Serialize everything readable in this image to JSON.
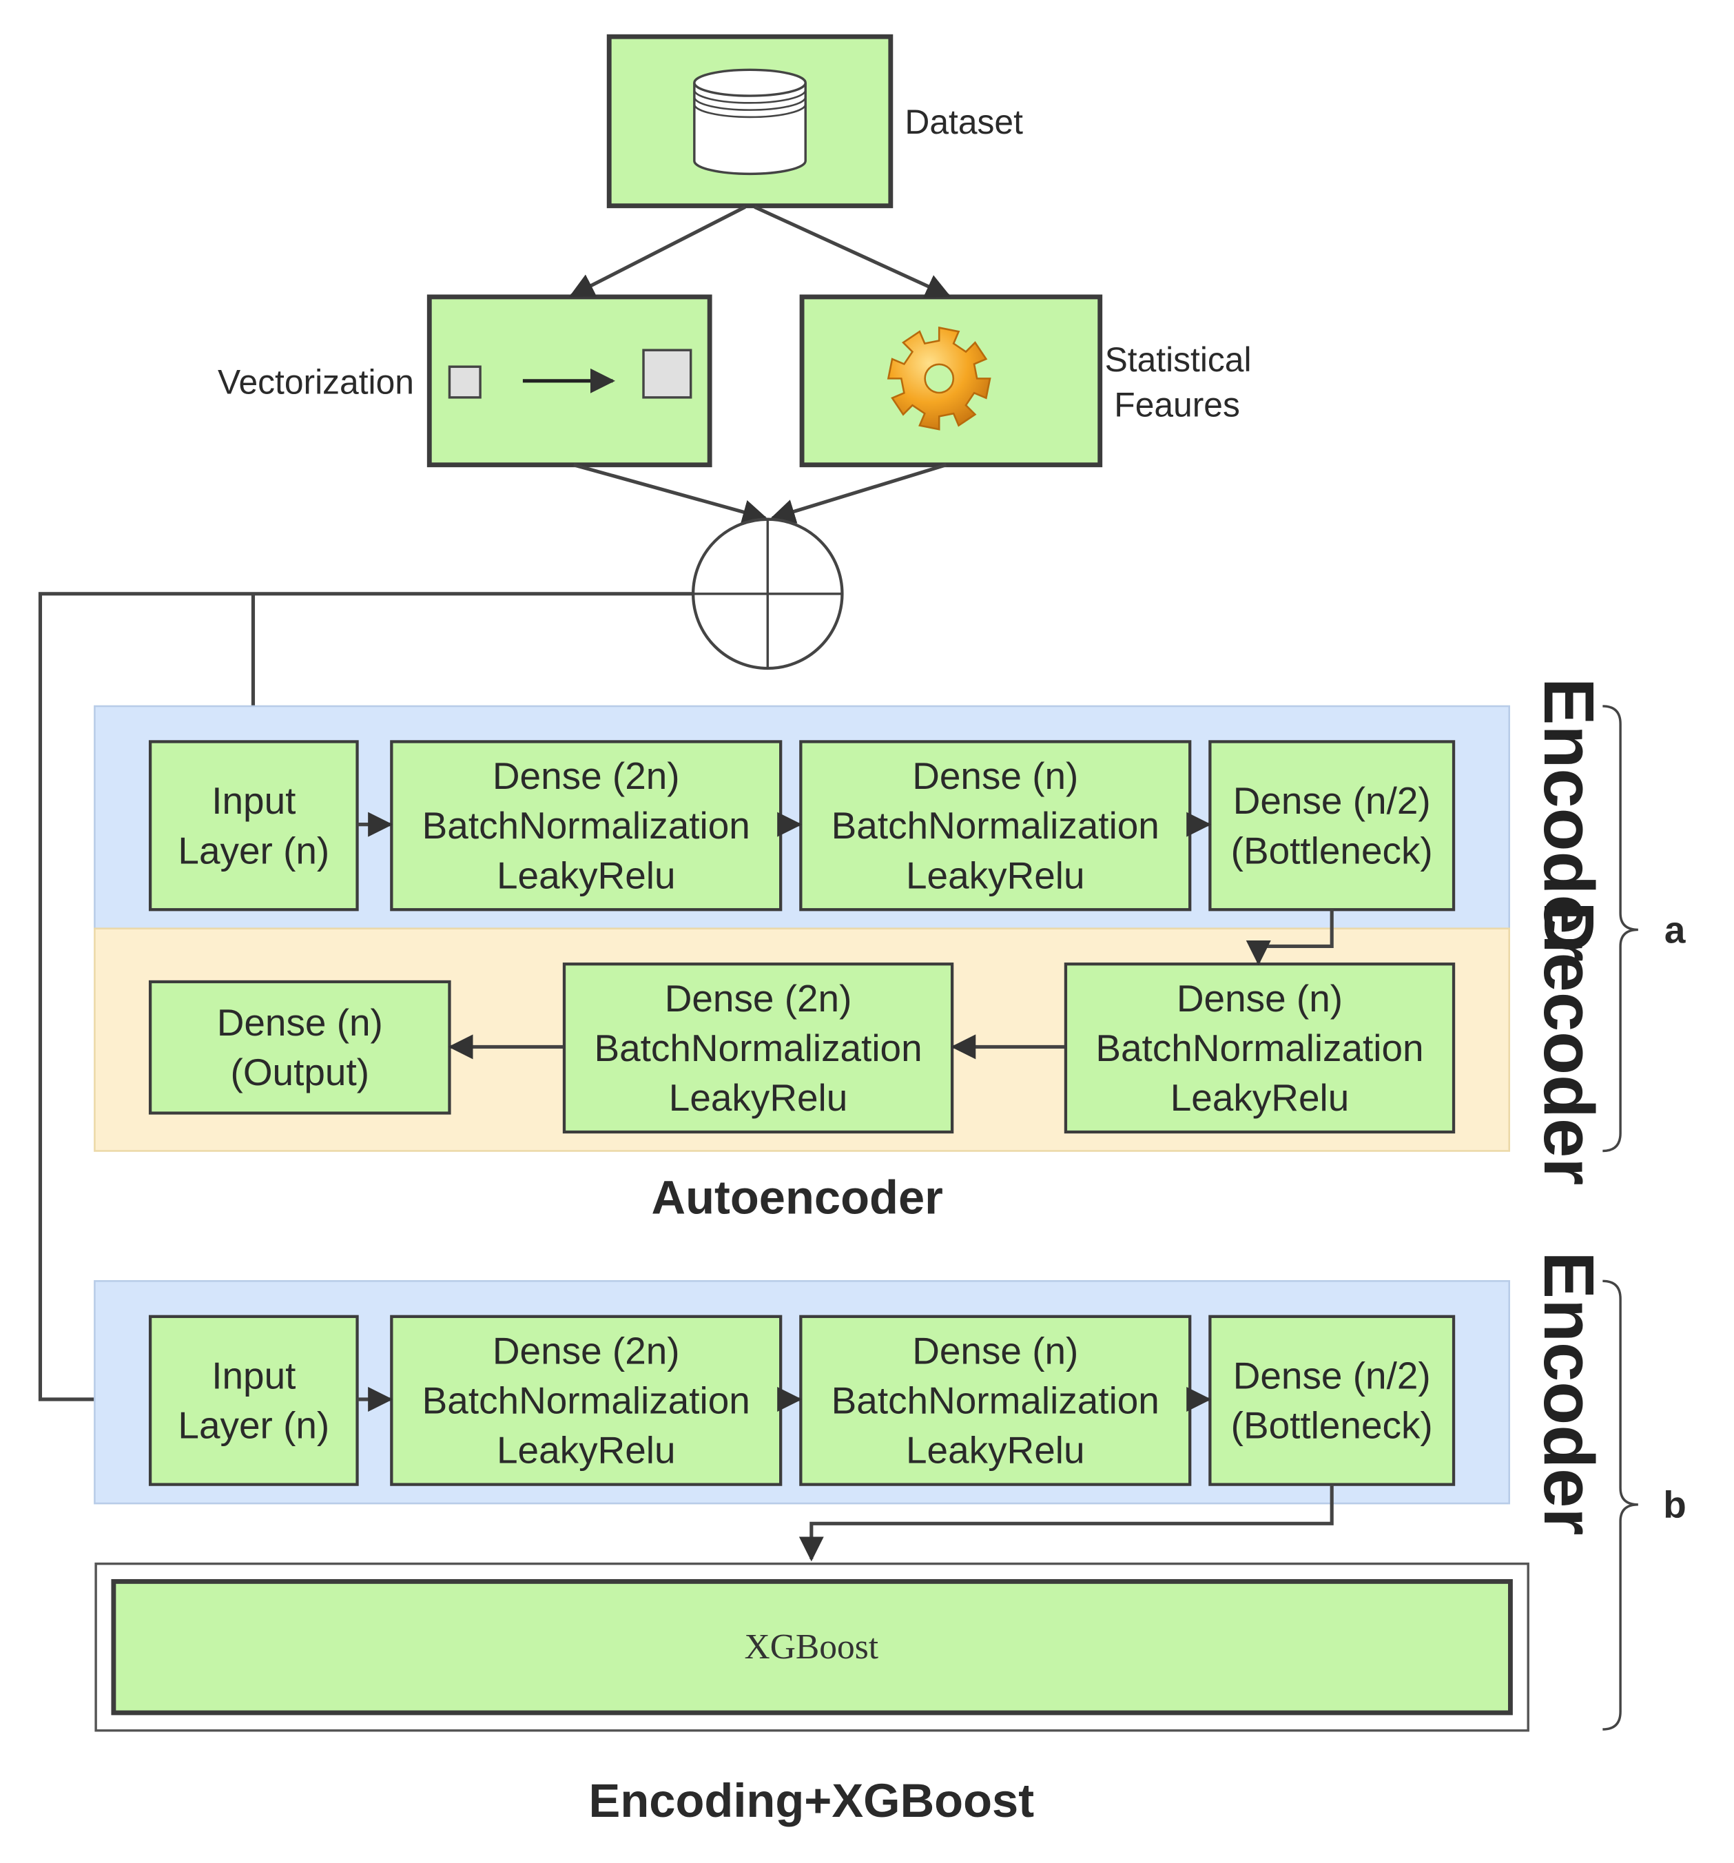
{
  "labels": {
    "dataset": "Dataset",
    "vectorization": "Vectorization",
    "statistical_1": "Statistical",
    "statistical_2": "Feaures",
    "autoencoder_title": "Autoencoder",
    "encoding_title": "Encoding+XGBoost",
    "encoder": "Encoder",
    "decoder": "Decoder",
    "brace_a": "a",
    "brace_b": "b",
    "xgboost": "XGBoost"
  },
  "encoder_a": [
    [
      "Input",
      "Layer (n)"
    ],
    [
      "Dense (2n)",
      "BatchNormalization",
      "LeakyRelu"
    ],
    [
      "Dense (n)",
      "BatchNormalization",
      "LeakyRelu"
    ],
    [
      "Dense (n/2)",
      "(Bottleneck)"
    ]
  ],
  "decoder_a": [
    [
      "Dense (n)",
      "(Output)"
    ],
    [
      "Dense (2n)",
      "BatchNormalization",
      "LeakyRelu"
    ],
    [
      "Dense (n)",
      "BatchNormalization",
      "LeakyRelu"
    ]
  ],
  "encoder_b": [
    [
      "Input",
      "Layer (n)"
    ],
    [
      "Dense (2n)",
      "BatchNormalization",
      "LeakyRelu"
    ],
    [
      "Dense (n)",
      "BatchNormalization",
      "LeakyRelu"
    ],
    [
      "Dense (n/2)",
      "(Bottleneck)"
    ]
  ],
  "colors": {
    "node_fill": "#c5f5a8",
    "encoder_band": "#d5e5fb",
    "decoder_band": "#fdefcf",
    "gear": "#f0a020"
  },
  "icons": [
    "database-icon",
    "gear-icon",
    "concat-symbol-icon"
  ]
}
